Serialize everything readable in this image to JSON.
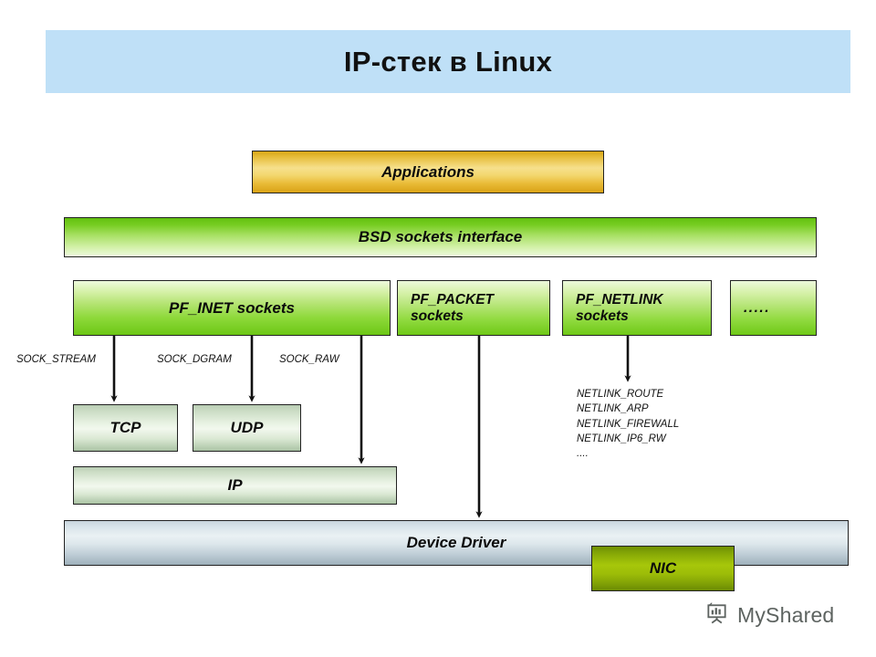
{
  "title": {
    "text": "IP-стек в Linux",
    "banner_color": "#bfe0f7"
  },
  "diagram": {
    "type": "layered-block-diagram",
    "boxes": {
      "applications": {
        "label": "Applications",
        "color": "#e7be3c"
      },
      "bsd_sockets": {
        "label": "BSD sockets interface",
        "color": "#77cd22"
      },
      "pf_inet": {
        "label": "PF_INET sockets",
        "color": "#8ed93a"
      },
      "pf_packet": {
        "label": "PF_PACKET\nsockets",
        "color": "#93db42"
      },
      "pf_netlink": {
        "label": "PF_NETLINK\nsockets",
        "color": "#93db42"
      },
      "etc_sockets": {
        "label": ".....",
        "color": "#93db42"
      },
      "tcp": {
        "label": "TCP",
        "color": "#cbdcc4"
      },
      "udp": {
        "label": "UDP",
        "color": "#cbdcc4"
      },
      "ip": {
        "label": "IP",
        "color": "#cbdcc4"
      },
      "device_driver": {
        "label": "Device Driver",
        "color": "#c9d6de"
      },
      "nic": {
        "label": "NIC",
        "color": "#a7c70a"
      }
    },
    "connector_labels": {
      "sock_stream": "SOCK_STREAM",
      "sock_dgram": "SOCK_DGRAM",
      "sock_raw": "SOCK_RAW"
    },
    "netlink_protocols": [
      "NETLINK_ROUTE",
      "NETLINK_ARP",
      "NETLINK_FIREWALL",
      "NETLINK_IP6_RW",
      "...."
    ]
  },
  "watermark": {
    "text": "MyShared",
    "icon": "presentation-board-icon",
    "color": "#5d6360"
  }
}
